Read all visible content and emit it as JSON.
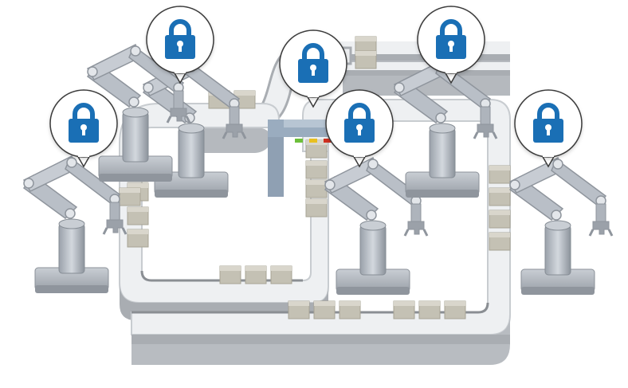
{
  "scene": {
    "robot_arm_count": 6,
    "lock_count": 6,
    "icons": [
      "padlock-icon",
      "robot-arm",
      "conveyor-belt",
      "package-box",
      "control-unit"
    ],
    "colors": {
      "lock_blue": "#1a6fb5",
      "belt_light": "#eef0f2",
      "belt_side": "#a9adb2",
      "belt_rail": "#c8ccd0",
      "belt_dark": "#8a8e93",
      "arm_gray": "#b9bfc7",
      "arm_dark": "#8f959d",
      "box_fill": "#c4c1b4",
      "box_top": "#d9d6cc",
      "panel_steel": "#8fa0b3",
      "indicator_green": "#6cbf3a",
      "indicator_yellow": "#e8c020",
      "indicator_red": "#d03020"
    }
  }
}
